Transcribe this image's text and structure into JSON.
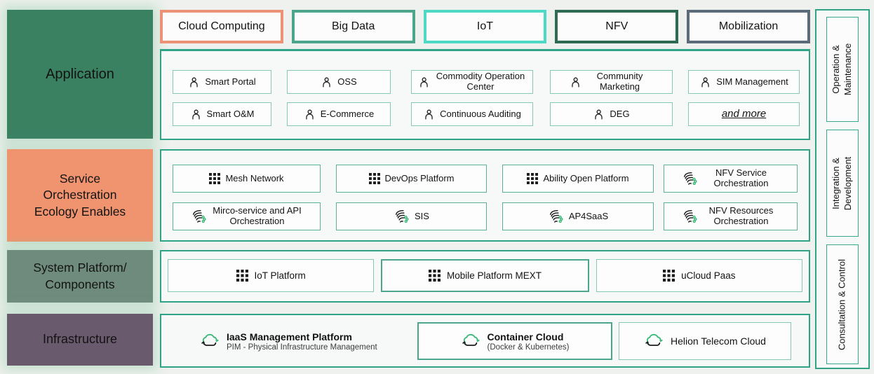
{
  "palette": {
    "background": "#eef1ee",
    "container_border": "#2fa386",
    "item_border": "#85c9b4",
    "service_item_border": "#5bb197",
    "icon_green": "#3cb878",
    "icon_dark": "#1c1c1c"
  },
  "layers": [
    {
      "name": "application",
      "lines": [
        "Application"
      ],
      "color": "#3a8162"
    },
    {
      "name": "service-orchestration",
      "lines": [
        "Service",
        "Orchestration",
        "Ecology Enables"
      ],
      "color": "#f0946f"
    },
    {
      "name": "system-platform",
      "lines": [
        "System Platform/",
        "Components"
      ],
      "color": "#6f8b7e"
    },
    {
      "name": "infrastructure",
      "lines": [
        "Infrastructure"
      ],
      "color": "#6a5a6e"
    }
  ],
  "tabs": [
    {
      "label": "Cloud Computing",
      "border_color": "#eb9277"
    },
    {
      "label": "Big Data",
      "border_color": "#4ba68b"
    },
    {
      "label": "IoT",
      "border_color": "#4ed9c5"
    },
    {
      "label": "NFV",
      "border_color": "#2f6b53"
    },
    {
      "label": "Mobilization",
      "border_color": "#5c6b79"
    }
  ],
  "application": {
    "icon": "person-icon",
    "row1": [
      "Smart Portal",
      "OSS",
      "Commodity Operation Center",
      "Community Marketing",
      "SIM Management"
    ],
    "row2": [
      "Smart O&M",
      "E-Commerce",
      "Continuous Auditing",
      "DEG"
    ],
    "more_label": "and more"
  },
  "service": {
    "row1": [
      {
        "icon": "grid-icon",
        "label": "Mesh Network"
      },
      {
        "icon": "grid-icon",
        "label": "DevOps Platform"
      },
      {
        "icon": "grid-icon",
        "label": "Ability Open Platform"
      },
      {
        "icon": "orchestration-icon",
        "label": "NFV Service Orchestration"
      }
    ],
    "row2": [
      {
        "icon": "orchestration-icon",
        "label": "Mirco-service and API Orchestration"
      },
      {
        "icon": "orchestration-icon",
        "label": "SIS"
      },
      {
        "icon": "orchestration-icon",
        "label": "AP4SaaS"
      },
      {
        "icon": "orchestration-icon",
        "label": "NFV Resources Orchestration"
      }
    ]
  },
  "system": {
    "icon": "grid-icon",
    "items": [
      "IoT Platform",
      "Mobile Platform MEXT",
      "uCloud Paas"
    ]
  },
  "infrastructure": {
    "icon": "cloud-sync-icon",
    "iaas": {
      "title": "IaaS Management Platform",
      "subtitle": "PIM - Physical Infrastructure Management"
    },
    "container_cloud": {
      "title": "Container Cloud",
      "subtitle": "(Docker & Kubernetes)"
    },
    "helion": {
      "title": "Helion Telecom Cloud"
    }
  },
  "sidebar": [
    {
      "lines": [
        "Operation &",
        "Maintenance"
      ]
    },
    {
      "lines": [
        "Integration &",
        "Development"
      ]
    },
    {
      "lines": [
        "Consultation & Control"
      ]
    }
  ]
}
